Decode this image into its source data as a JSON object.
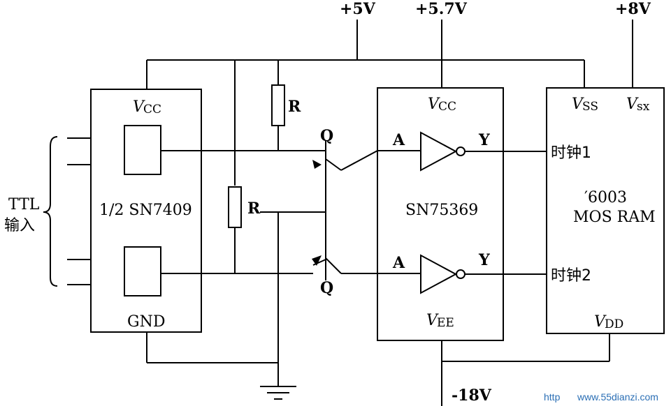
{
  "supplies": {
    "v5": "+5V",
    "v57": "+5.7V",
    "v8": "+8V",
    "vneg18": "-18V"
  },
  "ttl": {
    "line1": "TTL",
    "line2": "输入"
  },
  "ic1": {
    "vcc_main": "V",
    "vcc_sub": "CC",
    "name": "1/2 SN7409",
    "gnd": "GND"
  },
  "resistors": {
    "r_top": "R",
    "r_mid": "R"
  },
  "transistors": {
    "q_top": "Q",
    "q_bot": "Q"
  },
  "ic2": {
    "vcc_main": "V",
    "vcc_sub": "CC",
    "vee_main": "V",
    "vee_sub": "EE",
    "name": "SN75369",
    "pin_a": "A",
    "pin_y": "Y"
  },
  "ic3": {
    "vss_main": "V",
    "vss_sub": "SS",
    "vsx_main": "V",
    "vsx_sub": "sx",
    "vdd_main": "V",
    "vdd_sub": "DD",
    "clock1": "时钟1",
    "clock2": "时钟2",
    "part": "′6003",
    "type": "MOS RAM"
  },
  "watermark": {
    "prefix": "http",
    "url": "www.55dianzi.com"
  },
  "colors": {
    "ink": "#000000",
    "watermark": "#2b6fb5"
  }
}
